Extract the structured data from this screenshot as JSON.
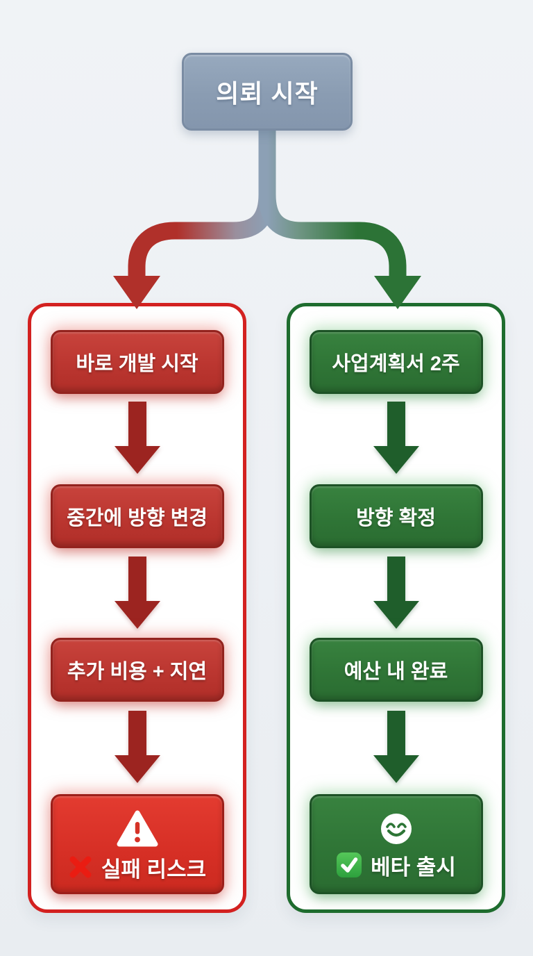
{
  "root_node": {
    "label": "의뢰 시작",
    "fill": "#8a9cb2",
    "border": "#7a8ca3"
  },
  "connector": {
    "stem_color": "#8ca0b5",
    "left_branch_color": "#b0302a",
    "right_branch_color": "#2c7336"
  },
  "left_path": {
    "theme": "failure-red",
    "colors": {
      "panel_border": "#d32120",
      "box_fill": "#bb3630",
      "box_border": "#93231e",
      "arrow": "#9c2420",
      "result_fill": "#d62f25"
    },
    "steps": [
      {
        "label": "바로 개발 시작"
      },
      {
        "label": "중간에 방향 변경"
      },
      {
        "label": "추가 비용 + 지연"
      }
    ],
    "result": {
      "label": "실패 리스크",
      "top_icon": "warning-triangle-icon",
      "mark_icon": "cross-mark-icon"
    }
  },
  "right_path": {
    "theme": "success-green",
    "colors": {
      "panel_border": "#1e6c2e",
      "box_fill": "#2f7536",
      "box_border": "#1d5226",
      "arrow": "#1f5e2b",
      "result_fill": "#2f7536"
    },
    "steps": [
      {
        "label": "사업계획서 2주"
      },
      {
        "label": "방향 확정"
      },
      {
        "label": "예산 내 완료"
      }
    ],
    "result": {
      "label": "베타 출시",
      "top_icon": "smiley-face-icon",
      "mark_icon": "check-mark-icon"
    }
  }
}
